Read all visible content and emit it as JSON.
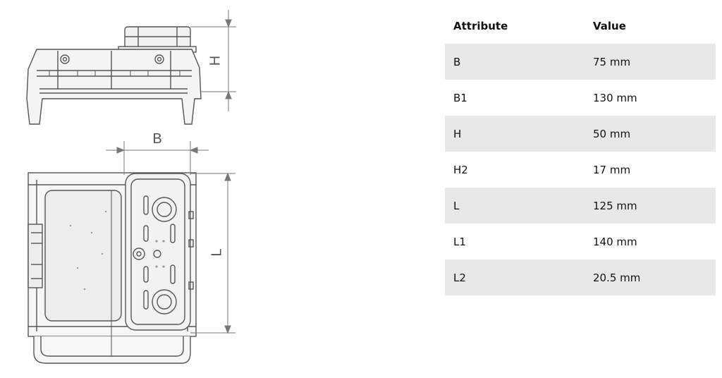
{
  "drawing": {
    "dimension_labels": {
      "height": "H",
      "width": "B",
      "length": "L"
    }
  },
  "table": {
    "headers": [
      "Attribute",
      "Value"
    ],
    "rows": [
      {
        "attribute": "B",
        "value": "75 mm"
      },
      {
        "attribute": "B1",
        "value": "130 mm"
      },
      {
        "attribute": "H",
        "value": "50 mm"
      },
      {
        "attribute": "H2",
        "value": "17 mm"
      },
      {
        "attribute": "L",
        "value": "125 mm"
      },
      {
        "attribute": "L1",
        "value": "140 mm"
      },
      {
        "attribute": "L2",
        "value": "20.5 mm"
      }
    ]
  }
}
